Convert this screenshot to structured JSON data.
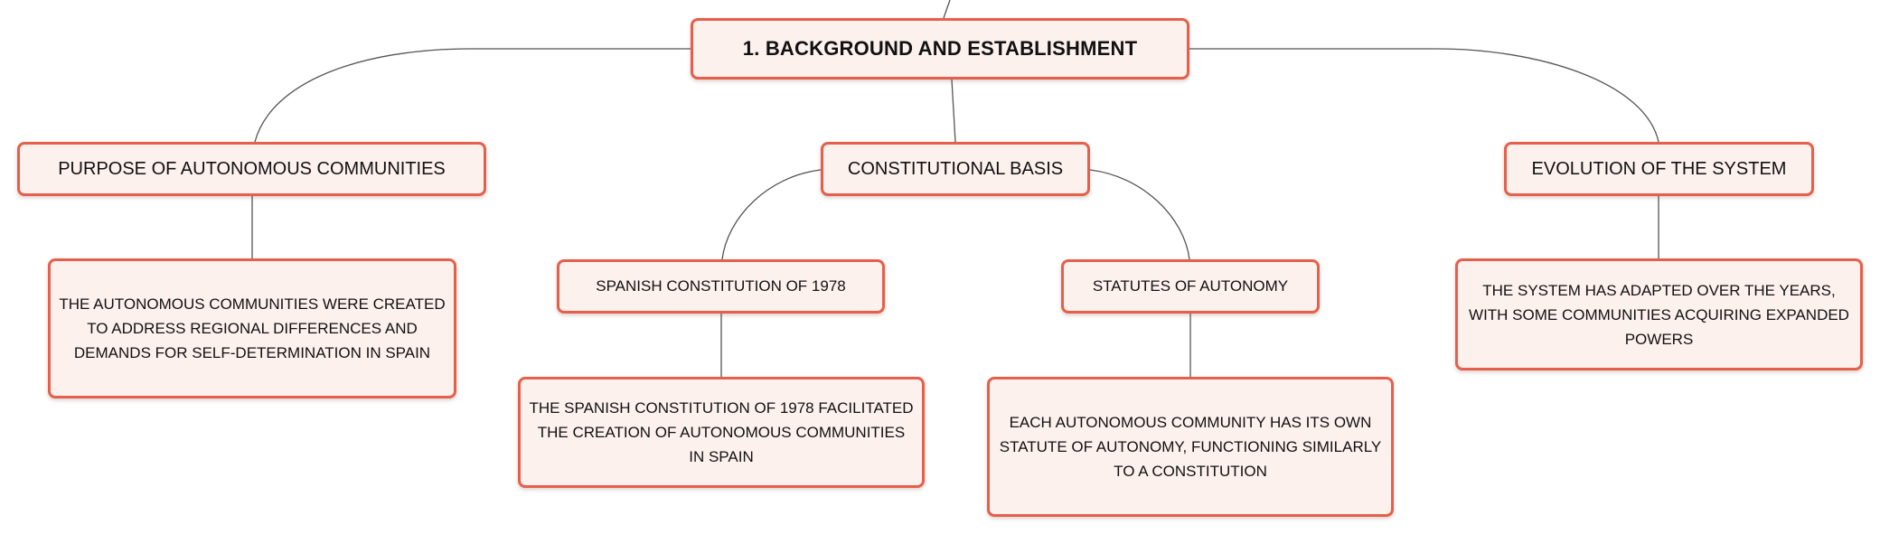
{
  "diagram": {
    "root": {
      "label": "1. BACKGROUND AND ESTABLISHMENT"
    },
    "branches": [
      {
        "label": "PURPOSE OF AUTONOMOUS COMMUNITIES",
        "detail": "THE AUTONOMOUS COMMUNITIES WERE CREATED TO ADDRESS REGIONAL DIFFERENCES AND DEMANDS FOR SELF-DETERMINATION IN SPAIN"
      },
      {
        "label": "CONSTITUTIONAL BASIS",
        "children": [
          {
            "label": "SPANISH CONSTITUTION OF 1978",
            "detail": "THE SPANISH CONSTITUTION OF 1978 FACILITATED THE CREATION OF AUTONOMOUS COMMUNITIES IN SPAIN"
          },
          {
            "label": "STATUTES OF AUTONOMY",
            "detail": "EACH AUTONOMOUS COMMUNITY HAS ITS OWN STATUTE OF AUTONOMY, FUNCTIONING SIMILARLY TO A CONSTITUTION"
          }
        ]
      },
      {
        "label": "EVOLUTION OF THE SYSTEM",
        "detail": "THE SYSTEM HAS ADAPTED OVER THE YEARS, WITH SOME COMMUNITIES ACQUIRING EXPANDED POWERS"
      }
    ]
  },
  "colors": {
    "node_border": "#e5604a",
    "node_fill": "#fdf1ee",
    "connector": "#555555",
    "text": "#111111"
  }
}
